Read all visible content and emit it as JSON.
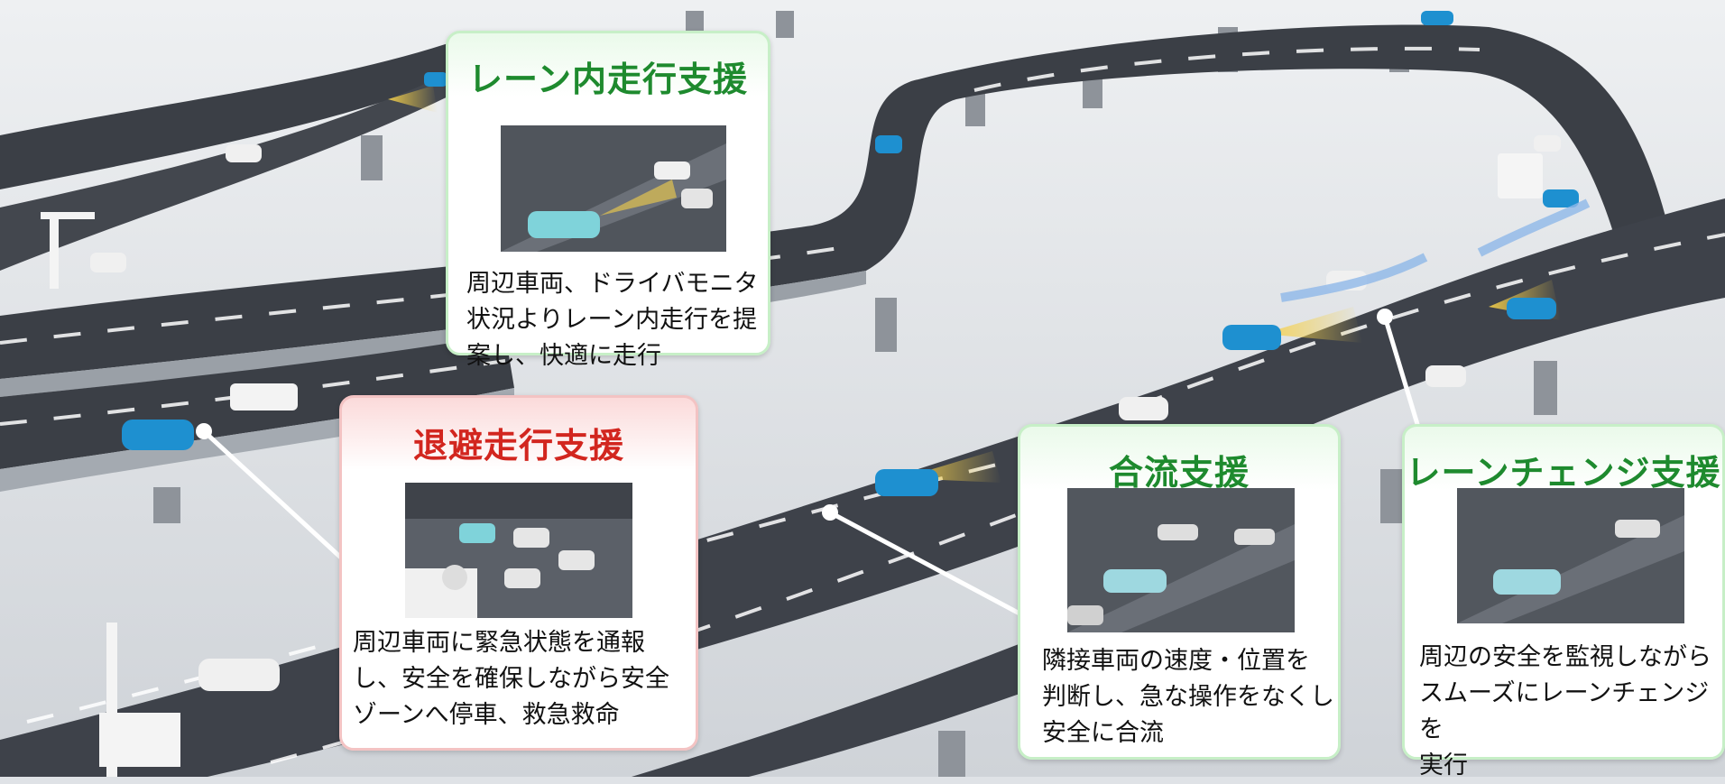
{
  "callouts": [
    {
      "id": "lane-keep",
      "title": "レーン内走行支援",
      "desc": "周辺車両、ドライバモニタ\n状況よりレーン内走行を提\n案し、快適に走行",
      "style": "green"
    },
    {
      "id": "evacuation",
      "title": "退避走行支援",
      "desc": "周辺車両に緊急状態を通報\nし、安全を確保しながら安全\nゾーンへ停車、救急救命",
      "style": "red"
    },
    {
      "id": "merge",
      "title": "合流支援",
      "desc": "隣接車両の速度・位置を\n判断し、急な操作をなくし\n安全に合流",
      "style": "green"
    },
    {
      "id": "lane-change",
      "title": "レーンチェンジ支援",
      "desc": "周辺の安全を監視しながら\nスムーズにレーンチェンジを\n実行",
      "style": "green"
    }
  ],
  "colors": {
    "accent_green": "#1e8a2e",
    "accent_red": "#d2261f",
    "car_blue": "#1e90d0",
    "road": "#3b3f46",
    "sensor_yellow": "#f2c94c"
  }
}
